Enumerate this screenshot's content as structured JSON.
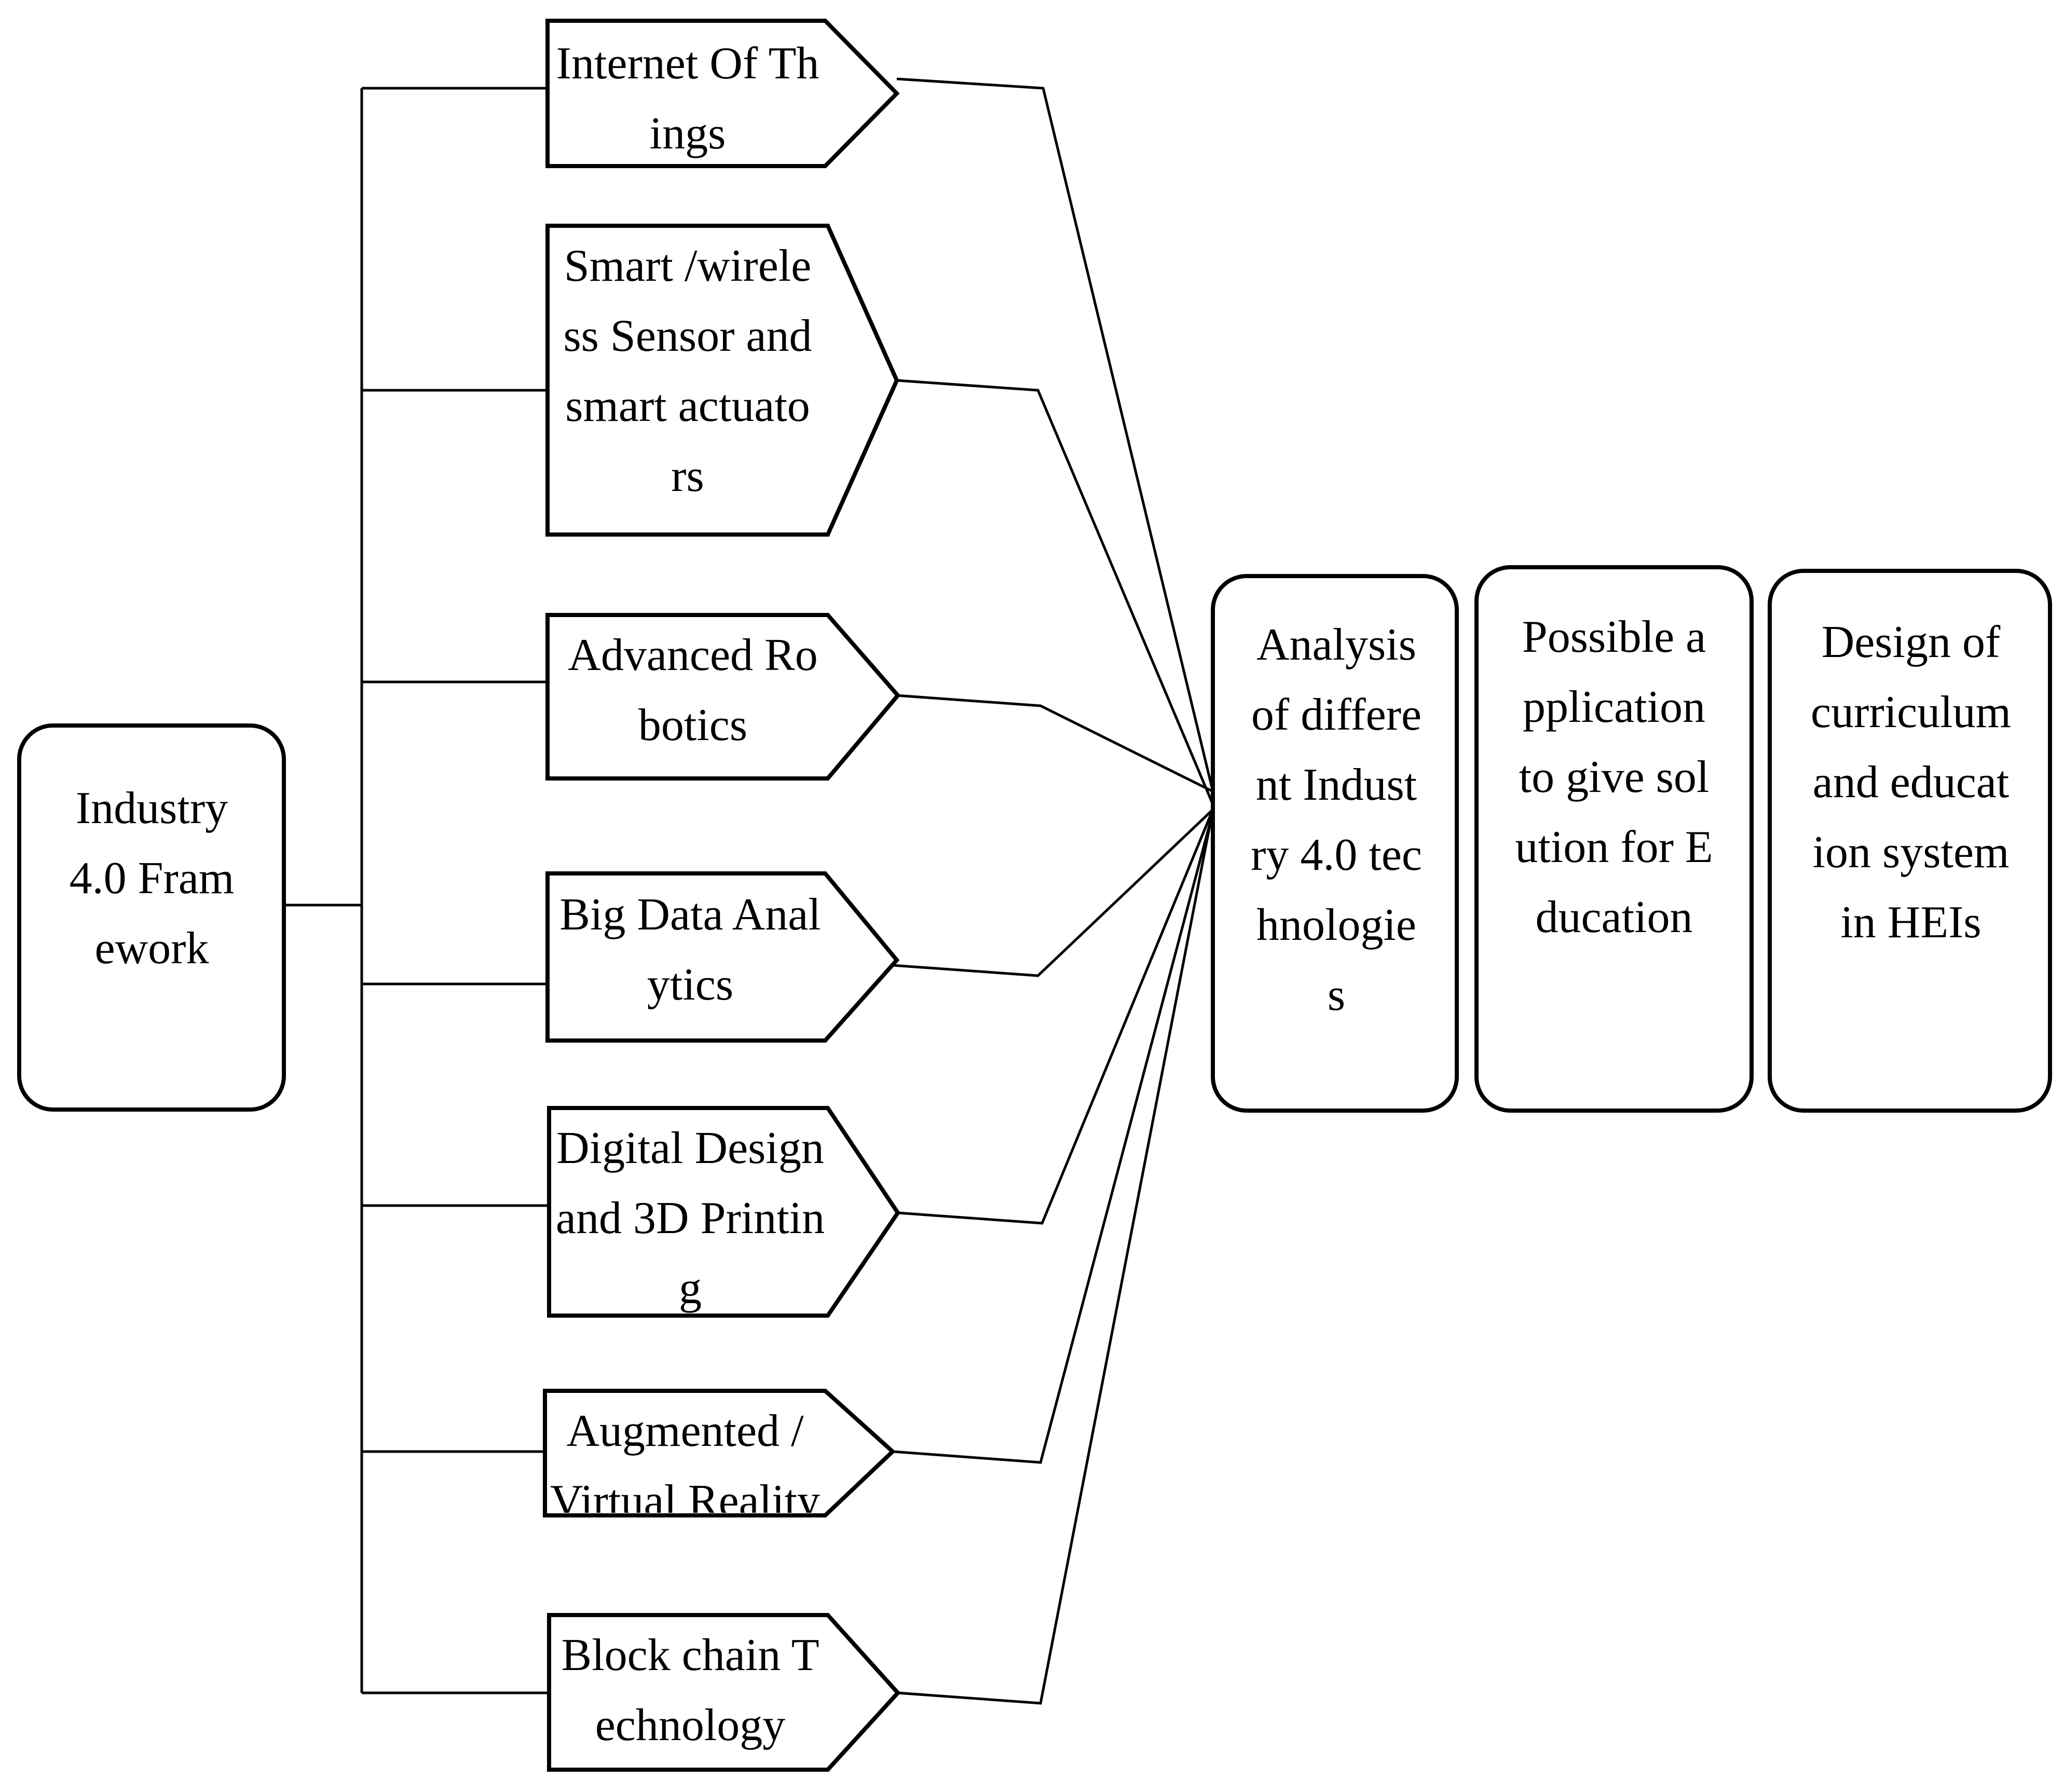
{
  "root": {
    "label": "Industry 4.0 Framework"
  },
  "technologies": [
    {
      "label": "Internet Of Things"
    },
    {
      "label": "Smart /wireless Sensor and smart actuators"
    },
    {
      "label": "Advanced Robotics"
    },
    {
      "label": "Big Data Analytics"
    },
    {
      "label": "Digital Design and 3D Printing"
    },
    {
      "label": "Augmented / Virtual Reality"
    },
    {
      "label": "Block chain Technology"
    }
  ],
  "stages": [
    {
      "label": "Analysis of different Industry 4.0 technologies"
    },
    {
      "label": "Possible application to give solution for Education"
    },
    {
      "label": "Design of curriculum and education system in HEIs"
    }
  ]
}
